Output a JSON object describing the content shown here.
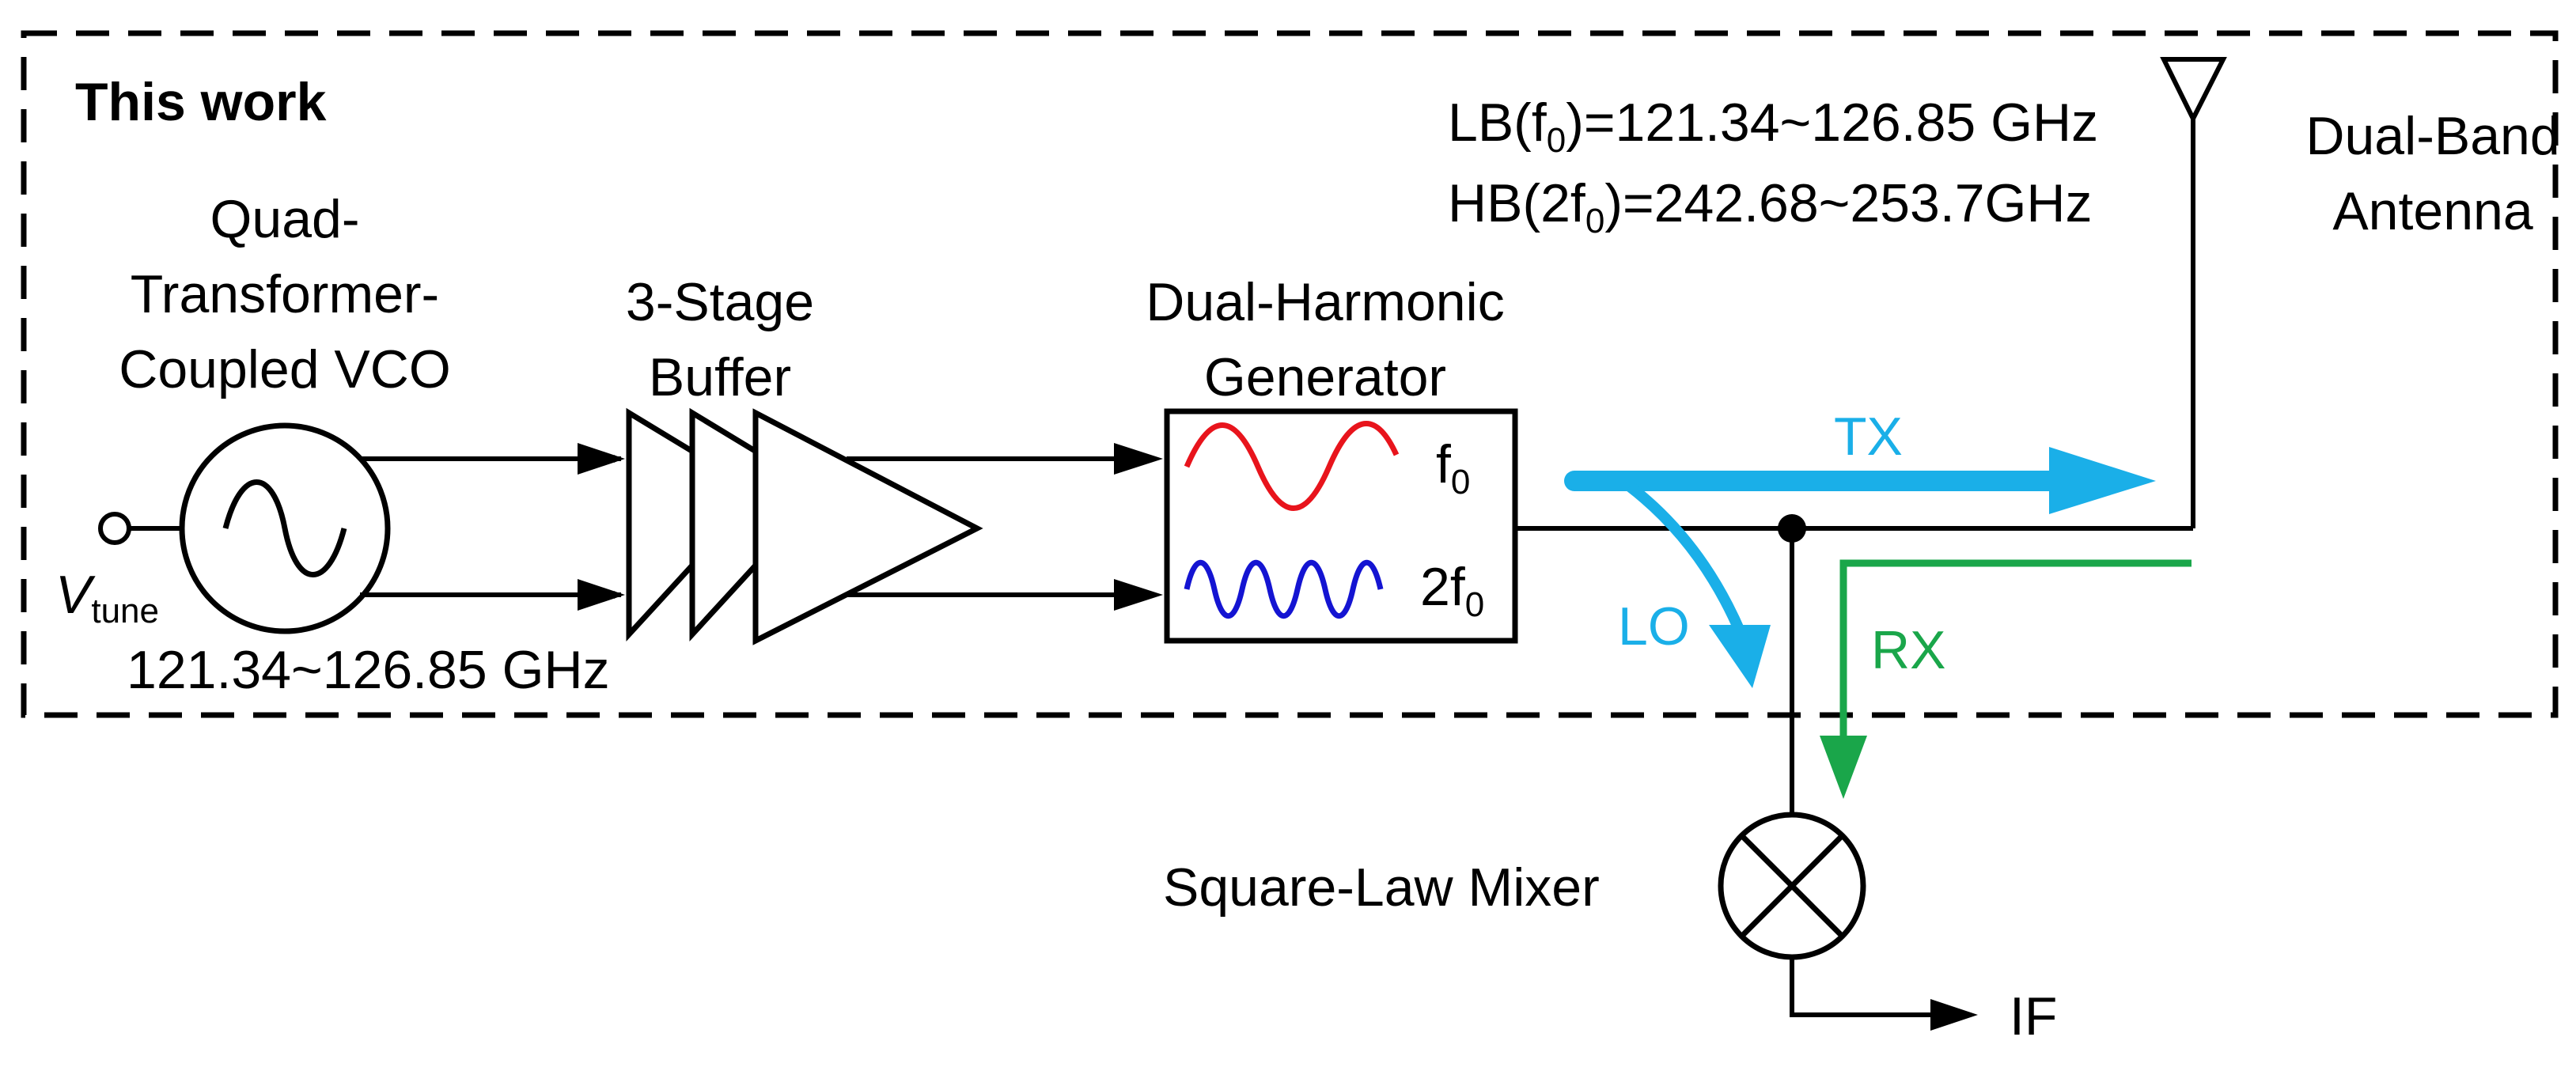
{
  "frame": {
    "title": "This work"
  },
  "blocks": {
    "vco": {
      "label_line1": "Quad-",
      "label_line2": "Transformer-",
      "label_line3": "Coupled VCO",
      "freq": "121.34~126.85 GHz"
    },
    "vtune": {
      "label": "V",
      "sub": "tune"
    },
    "buffer": {
      "label_line1": "3-Stage",
      "label_line2": "Buffer"
    },
    "generator": {
      "label_line1": "Dual-Harmonic",
      "label_line2": "Generator",
      "f0": "f",
      "f0_sub": "0",
      "f2_prefix": "2f",
      "f2_sub": "0"
    },
    "antenna": {
      "label_line1": "Dual-Band",
      "label_line2": "Antenna"
    },
    "bands": {
      "lb_prefix": "LB(f",
      "lb_sub": "0",
      "lb_suffix": ")=121.34~126.85 GHz",
      "hb_prefix": "HB(2f",
      "hb_sub": "0",
      "hb_suffix": ")=242.68~253.7GHz"
    },
    "mixer": {
      "label": "Square-Law Mixer"
    },
    "if_out": {
      "label": "IF"
    }
  },
  "signals": {
    "tx": "TX",
    "lo": "LO",
    "rx": "RX"
  },
  "colors": {
    "tx_lo": "#1AAFE8",
    "rx": "#1AA64A",
    "f0_wave": "#E8141C",
    "f2_wave": "#1414D2",
    "ink": "#000000"
  }
}
